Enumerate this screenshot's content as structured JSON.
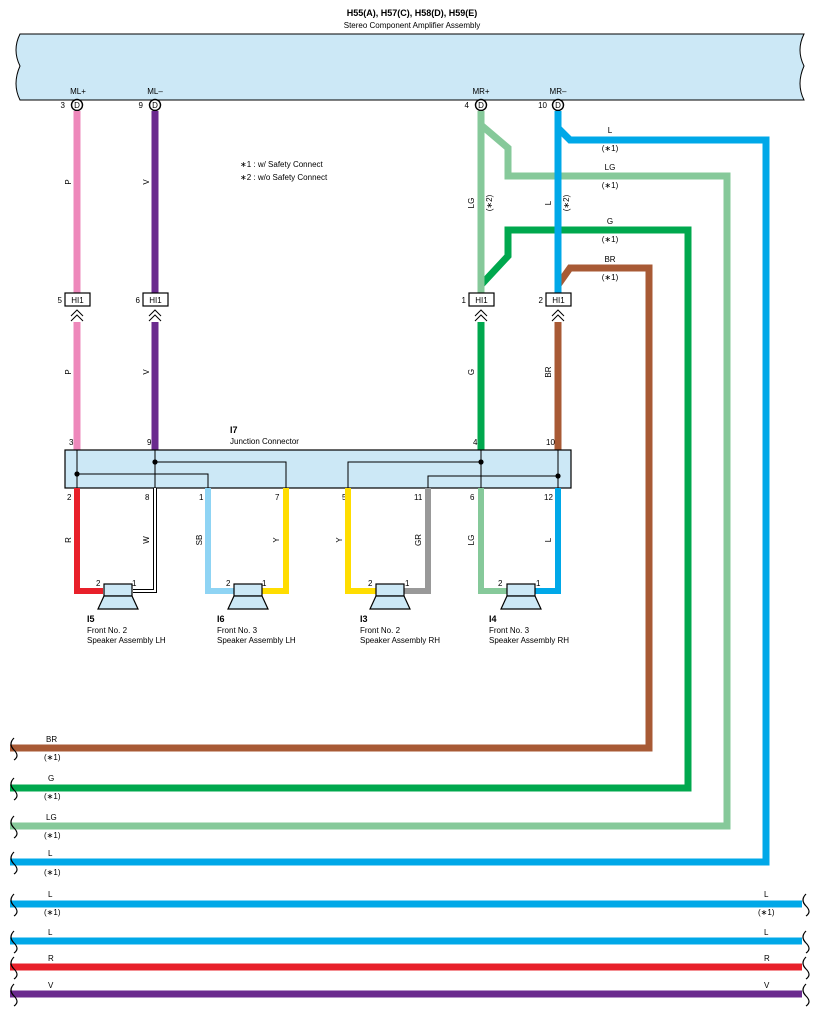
{
  "colors": {
    "P": "#ee88bb",
    "V": "#6a2a8e",
    "LG": "#86c99a",
    "L": "#00a8e8",
    "G": "#00a84e",
    "BR": "#a85a35",
    "R": "#e8202a",
    "W": "#ffffff",
    "SB": "#8fd4f4",
    "Y": "#ffdd00",
    "GR": "#999999",
    "box": "#cce8f6"
  },
  "amplifier": {
    "code": "H55(A), H57(C), H58(D), H59(E)",
    "name": "Stereo Component Amplifier Assembly",
    "pins": [
      {
        "num": "3",
        "conn": "D",
        "label": "ML+"
      },
      {
        "num": "9",
        "conn": "D",
        "label": "ML–"
      },
      {
        "num": "4",
        "conn": "D",
        "label": "MR+"
      },
      {
        "num": "10",
        "conn": "D",
        "label": "MR–"
      }
    ]
  },
  "notes": [
    "∗1 : w/ Safety Connect",
    "∗2 : w/o Safety Connect"
  ],
  "connector_hi1": [
    {
      "num": "5",
      "name": "HI1"
    },
    {
      "num": "6",
      "name": "HI1"
    },
    {
      "num": "1",
      "name": "HI1"
    },
    {
      "num": "2",
      "name": "HI1"
    }
  ],
  "wire_labels": {
    "p1": "P",
    "v1": "V",
    "lg1": "LG",
    "n_lg1": "(∗2)",
    "l1": "L",
    "n_l1": "(∗2)",
    "p2": "P",
    "v2": "V",
    "g2": "G",
    "br2": "BR",
    "r": "R",
    "w": "W",
    "sb": "SB",
    "y1": "Y",
    "y2": "Y",
    "gr": "GR",
    "lg3": "LG",
    "l3": "L",
    "run_l": "L",
    "run_l_note": "(∗1)",
    "run_lg": "LG",
    "run_lg_note": "(∗1)",
    "run_g": "G",
    "run_g_note": "(∗1)",
    "run_br": "BR",
    "run_br_note": "(∗1)"
  },
  "junction": {
    "code": "I7",
    "name": "Junction Connector",
    "top_pins": [
      "3",
      "9",
      "4",
      "10"
    ],
    "bottom_pins": [
      "2",
      "8",
      "1",
      "7",
      "5",
      "11",
      "6",
      "12"
    ]
  },
  "speakers": [
    {
      "code": "I5",
      "line1": "Front No.  2",
      "line2": "Speaker Assembly LH",
      "pin_a": "2",
      "pin_b": "1"
    },
    {
      "code": "I6",
      "line1": "Front No.  3",
      "line2": "Speaker Assembly LH",
      "pin_a": "2",
      "pin_b": "1"
    },
    {
      "code": "I3",
      "line1": "Front No.  2",
      "line2": "Speaker Assembly RH",
      "pin_a": "2",
      "pin_b": "1"
    },
    {
      "code": "I4",
      "line1": "Front No.  3",
      "line2": "Speaker Assembly RH",
      "pin_a": "2",
      "pin_b": "1"
    }
  ],
  "bottom_wires": [
    {
      "label": "BR",
      "note": "(∗1)"
    },
    {
      "label": "G",
      "note": "(∗1)"
    },
    {
      "label": "LG",
      "note": "(∗1)"
    },
    {
      "label": "L",
      "note": "(∗1)"
    },
    {
      "label": "L",
      "note": "(∗1)",
      "right_label": "L",
      "right_note": "(∗1)"
    },
    {
      "label": "L",
      "right_label": "L"
    },
    {
      "label": "R",
      "right_label": "R"
    },
    {
      "label": "V",
      "right_label": "V"
    }
  ]
}
